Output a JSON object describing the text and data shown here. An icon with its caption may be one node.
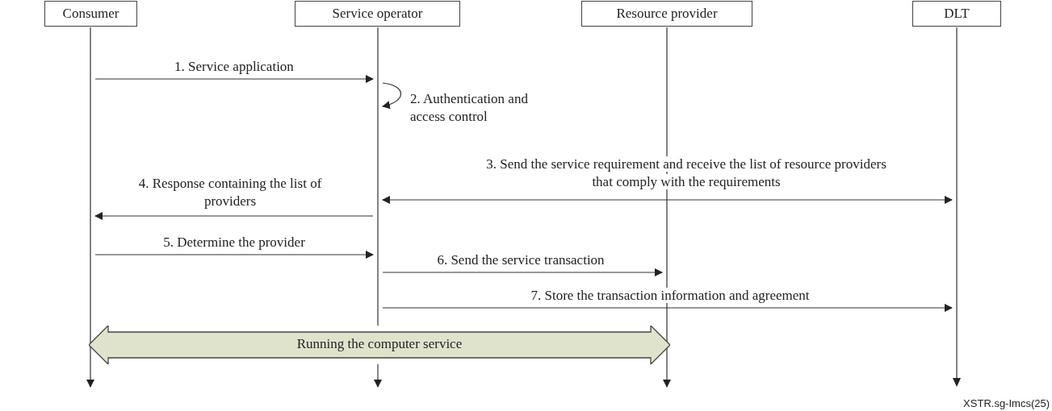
{
  "diagram": {
    "nodes": [
      {
        "text": [
          "Consumer"
        ]
      },
      {
        "text": [
          "Service operator"
        ]
      },
      {
        "text": [
          "Resource provider"
        ]
      },
      {
        "text": [
          "DLT"
        ]
      },
      {
        "text": [],
        "shape": "bar"
      },
      {
        "text": [],
        "shape": "bar"
      },
      {
        "text": [],
        "shape": "bar"
      },
      {
        "text": [],
        "shape": "bar"
      },
      {
        "text": [
          "Running the computer service"
        ]
      }
    ],
    "edges": [
      {
        "from": 4,
        "to": 5,
        "arrow": "to",
        "label": "1. Service application"
      },
      {
        "from": 5,
        "to": 5,
        "arrow": "to",
        "label": "2. Authentication and access control"
      },
      {
        "from": 5,
        "to": 7,
        "arrow": "both",
        "label": "3. Send the service requirement and receive the list of resource providers that comply with the requirements"
      },
      {
        "from": 5,
        "to": 4,
        "arrow": "to",
        "label": "4. Response containing the list of providers"
      },
      {
        "from": 4,
        "to": 5,
        "arrow": "to",
        "label": "5. Determine the provider"
      },
      {
        "from": 5,
        "to": 6,
        "arrow": "to",
        "label": "6. Send the service transaction"
      },
      {
        "from": 5,
        "to": 7,
        "arrow": "to",
        "label": "7. Store the transaction information and agreement"
      },
      {
        "from": 8,
        "to": null,
        "arrow": "to"
      },
      {
        "from": 8,
        "to": null,
        "arrow": "to"
      },
      {
        "from": 8,
        "to": null,
        "arrow": "to"
      }
    ],
    "labels": [
      "XSTR.sg-Imcs(25)"
    ]
  }
}
